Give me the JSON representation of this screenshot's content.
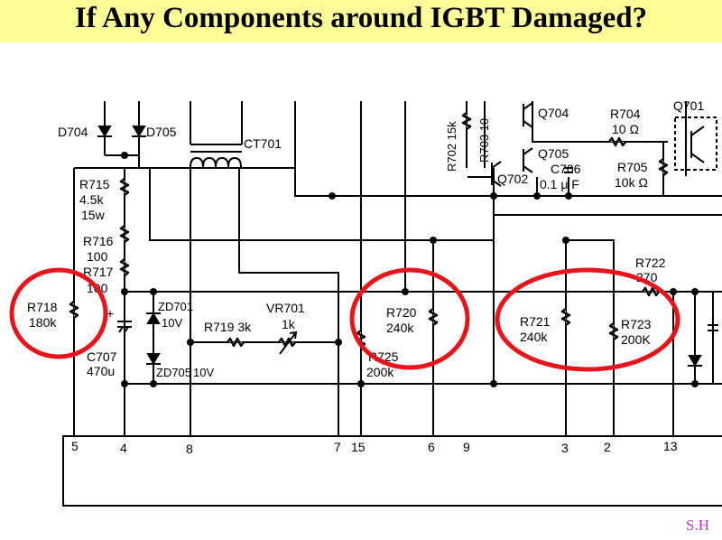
{
  "slide": {
    "title": "If Any Components around IGBT Damaged?",
    "signature": "S.H",
    "title_bar_color": "#ffff99",
    "circle_color": "#e8141c",
    "signature_color": "#cc33cc"
  },
  "components": {
    "d704": "D704",
    "d705": "D705",
    "ct701": "CT701",
    "r715": [
      "R715",
      "4.5k",
      "15w"
    ],
    "r716": [
      "R716",
      "100"
    ],
    "r717": [
      "R717",
      "100"
    ],
    "r718": [
      "R718",
      "180k"
    ],
    "c707": [
      "C707",
      "470u"
    ],
    "zd701": [
      "ZD701",
      "10V"
    ],
    "zd705": [
      "ZD705",
      "10V"
    ],
    "r719": "R719 3k",
    "vr701": [
      "VR701",
      "1k"
    ],
    "r725": [
      "R725",
      "200k"
    ],
    "r720": [
      "R720",
      "240k"
    ],
    "r721": [
      "R721",
      "240k"
    ],
    "r723": [
      "R723",
      "200K"
    ],
    "r722": [
      "R722",
      "270"
    ],
    "r702": "R702 15k",
    "r703": "R703 10",
    "q704": "Q704",
    "q705": "Q705",
    "q702": "Q702",
    "r704": [
      "R704",
      "10 Ω"
    ],
    "c706": [
      "C706",
      "0.1 μ F"
    ],
    "r705": [
      "R705",
      "10k Ω"
    ],
    "q701": "Q701",
    "plus_sign": "+"
  },
  "pins": [
    "5",
    "4",
    "8",
    "7",
    "15",
    "6",
    "9",
    "3",
    "2",
    "13"
  ]
}
